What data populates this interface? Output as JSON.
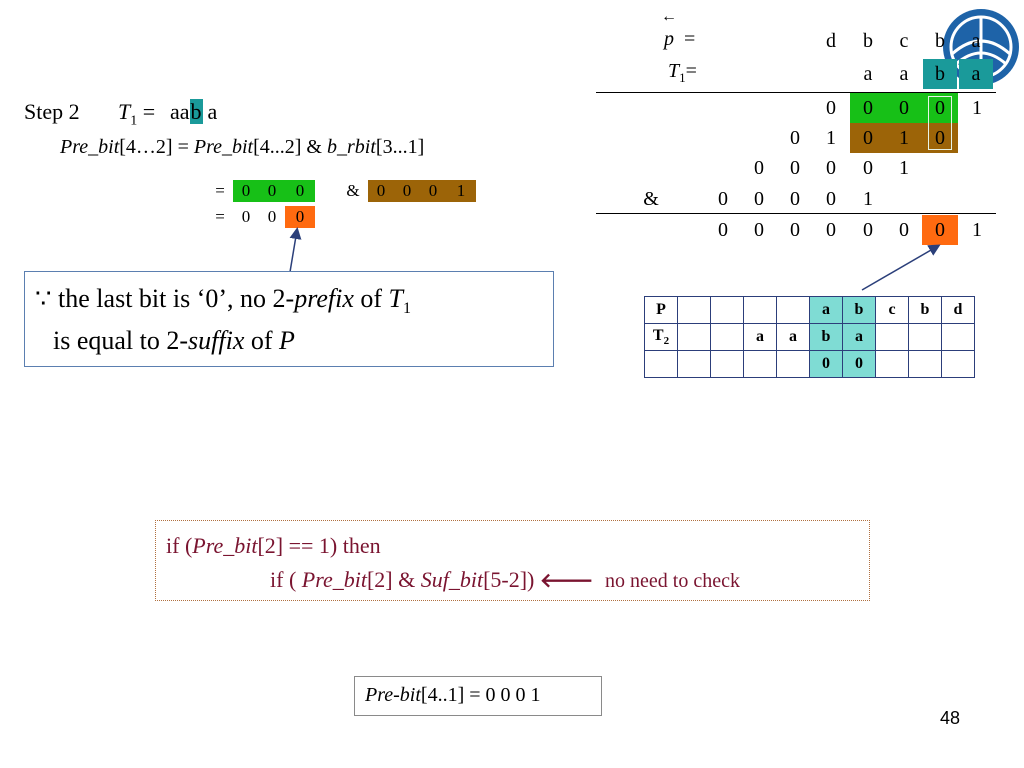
{
  "top_right": {
    "p_label": "p",
    "p_arrow": "←",
    "eq": "=",
    "p_chars": [
      "d",
      "b",
      "c",
      "b",
      "a"
    ],
    "t1_label": "T",
    "t1_sub": "1",
    "t1_eq": "=",
    "t1_chars": [
      "a",
      "a",
      "b",
      "a"
    ],
    "row1": [
      "0",
      "0",
      "0",
      "0",
      "1"
    ],
    "row2": [
      "0",
      "1",
      "0",
      "1",
      "0"
    ],
    "row3": [
      "0",
      "0",
      "0",
      "0",
      "1"
    ],
    "and_symbol": "&",
    "row4": [
      "0",
      "0",
      "0",
      "0",
      "1"
    ],
    "result": [
      "0",
      "0",
      "0",
      "0",
      "0",
      "0",
      "0",
      "1"
    ]
  },
  "step": {
    "label": "Step 2",
    "t_label": "T",
    "t_sub": "1",
    "eq": "=",
    "chars": [
      "a",
      "a",
      "b",
      "a"
    ],
    "formula_1": "Pre_bit",
    "formula_2": "[4…2] = ",
    "formula_3": "Pre_bit",
    "formula_4": "[4...2]  &  ",
    "formula_5": "b_rbit",
    "formula_6": "[3...1]",
    "line1_eq": "=",
    "line1_green": [
      "0",
      "0",
      "0"
    ],
    "line1_amp": "&",
    "line1_brown": [
      "0",
      "0",
      "0",
      "1"
    ],
    "line2_eq": "=",
    "line2_vals": [
      "0",
      "0",
      "0"
    ]
  },
  "note": {
    "because": "∵",
    "text_1": " the last bit is ‘0’, no 2-",
    "prefix_word": "prefix",
    "text_2": " of ",
    "t_label": "T",
    "t_sub": "1",
    "text_3": "is equal to 2-",
    "suffix_word": "suffix",
    "text_4": " of ",
    "p_label": "P"
  },
  "table": {
    "rows": [
      [
        "P",
        "",
        "",
        "",
        "",
        "a",
        "b",
        "c",
        "b",
        "d"
      ],
      [
        "T2",
        "",
        "",
        "a",
        "a",
        "b",
        "a",
        "",
        "",
        ""
      ],
      [
        "",
        "",
        "",
        "",
        "",
        "0",
        "0",
        "",
        "",
        ""
      ]
    ]
  },
  "condition": {
    "line1_a": "if (",
    "line1_b": "Pre_bit",
    "line1_c": "[2] == 1)   then",
    "line2_a": "if ( ",
    "line2_b": "Pre_bit",
    "line2_c": "[2] & ",
    "line2_d": "Suf_bit",
    "line2_e": "[5-2]) ",
    "arrow": "🡐",
    "line2_note": "no need to check"
  },
  "result_box": {
    "label": "Pre-bit",
    "text": "[4..1] = 0 0 0 1"
  },
  "page_number": "48",
  "colors": {
    "green": "#17c017",
    "brown": "#9c6408",
    "teal": "#1a9a9a",
    "orange": "#ff6a10",
    "maroon": "#7a1430",
    "table_highlight": "#7fdcd4"
  },
  "logo_icon": "university-logo-icon"
}
